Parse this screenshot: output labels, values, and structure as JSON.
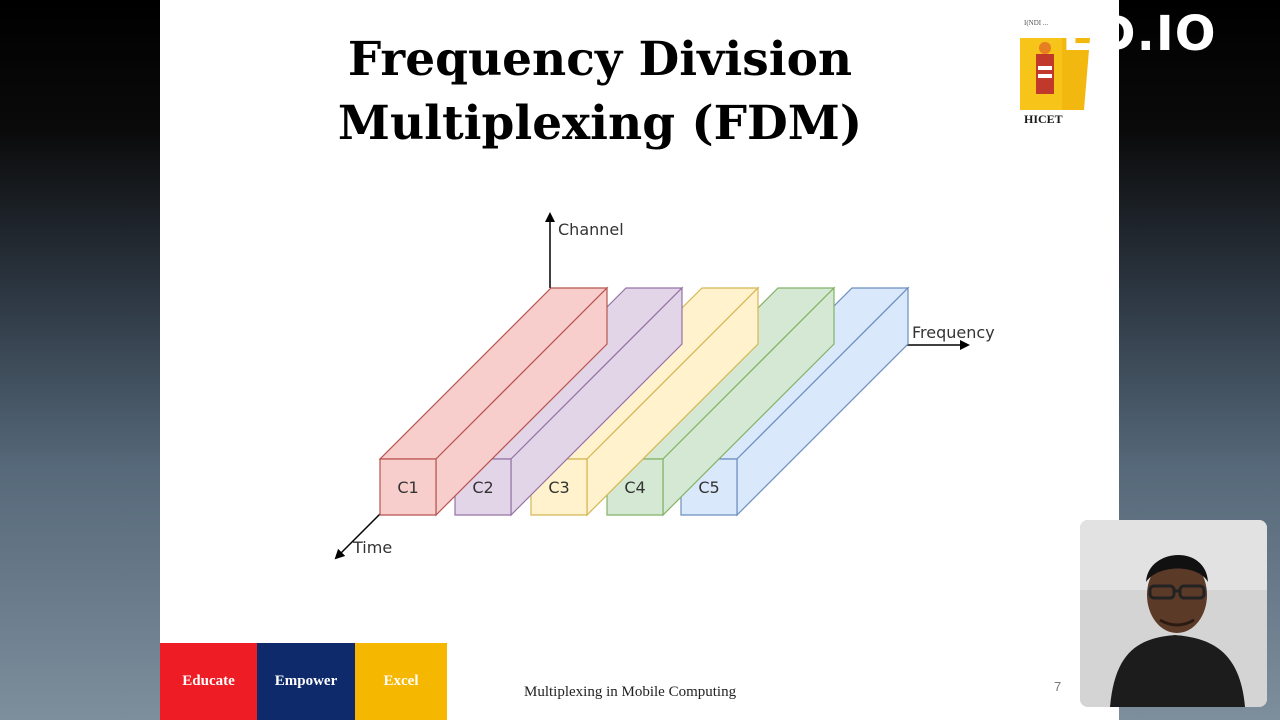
{
  "slide": {
    "title_line1": "Frequency Division",
    "title_line2": "Multiplexing (FDM)",
    "footer_title": "Multiplexing in Mobile Computing",
    "page_number": "7"
  },
  "logo": {
    "label": "HICET"
  },
  "watermark": {
    "text": "ED.IO"
  },
  "footer_band": [
    {
      "label": "Educate",
      "color": "#ee1c24"
    },
    {
      "label": "Empower",
      "color": "#0e2a6b"
    },
    {
      "label": "Excel",
      "color": "#f5b700"
    }
  ],
  "diagram": {
    "axes": {
      "vertical": "Channel",
      "horizontal": "Frequency",
      "depth": "Time"
    },
    "channels": [
      {
        "label": "C1",
        "fill": "#f8cecc",
        "stroke": "#b85450"
      },
      {
        "label": "C2",
        "fill": "#e1d5e7",
        "stroke": "#9673a6"
      },
      {
        "label": "C3",
        "fill": "#fff2cc",
        "stroke": "#d6b656"
      },
      {
        "label": "C4",
        "fill": "#d5e8d4",
        "stroke": "#82b366"
      },
      {
        "label": "C5",
        "fill": "#dae8fc",
        "stroke": "#6c8ebf"
      }
    ]
  }
}
